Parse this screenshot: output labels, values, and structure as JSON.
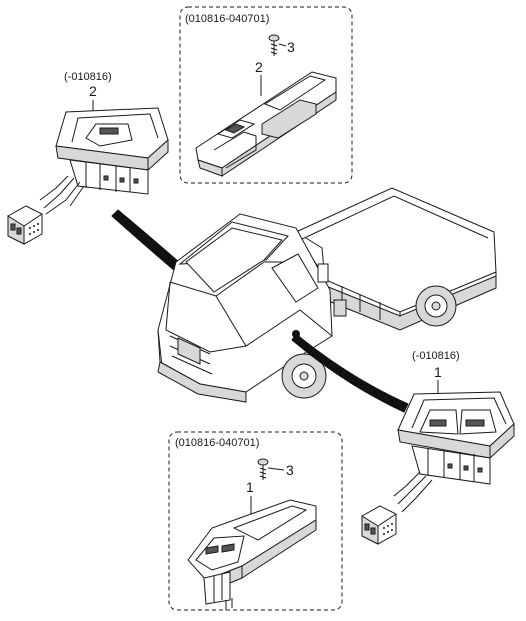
{
  "diagram": {
    "labels": {
      "box_top_range": "(010816-040701)",
      "box_bottom_range": "(010816-040701)",
      "left_switch_range": "(-010816)",
      "right_switch_range": "(-010816)"
    },
    "callouts": {
      "top_box_screw": "3",
      "top_box_switch": "2",
      "left_switch": "2",
      "right_switch": "1",
      "bottom_box_screw": "3",
      "bottom_box_switch": "1"
    }
  }
}
